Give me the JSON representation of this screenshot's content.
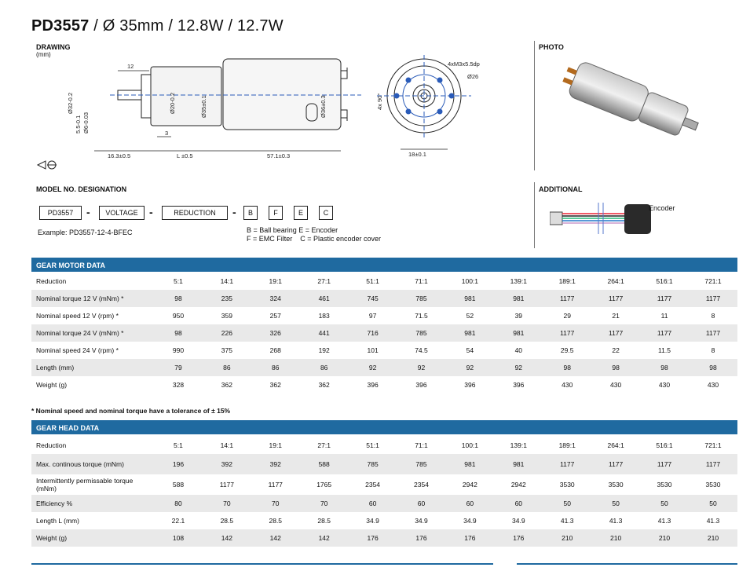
{
  "title": {
    "model": "PD3557",
    "rest": " /  Ø 35mm  /  12.8W  /  12.7W"
  },
  "drawing": {
    "label": "DRAWING",
    "unit": "(mm)",
    "dims": {
      "d12": "12",
      "d3": "3",
      "d16": "16.3±0.5",
      "dL": "L ±0.5",
      "d57": "57.1±0.3",
      "d18": "18±0.1",
      "dia32": "Ø32-0.2",
      "dia6": "Ø6-0.03",
      "d55": "5.5-0.1",
      "dia20": "Ø20-0.2",
      "dia35": "Ø35±0.1",
      "dia36": "Ø36±0.3",
      "holes": "4xM3x5.5dp",
      "dia26": "Ø26",
      "x90": "4x 90°"
    }
  },
  "photo": {
    "label": "PHOTO"
  },
  "additional": {
    "label": "ADDITIONAL",
    "encoder": "Encoder"
  },
  "model_designation": {
    "label": "MODEL NO. DESIGNATION",
    "boxes": [
      "PD3557",
      "VOLTAGE",
      "REDUCTION",
      "B",
      "F",
      "E",
      "C"
    ],
    "dash": "-",
    "example": "Example: PD3557-12-4-BFEC",
    "legend1": "B = Ball bearing  E = Encoder",
    "legend2": "F = EMC Filter    C = Plastic encoder cover"
  },
  "gear_motor": {
    "label": "GEAR MOTOR DATA",
    "rows": [
      {
        "name": "Reduction",
        "values": [
          "5:1",
          "14:1",
          "19:1",
          "27:1",
          "51:1",
          "71:1",
          "100:1",
          "139:1",
          "189:1",
          "264:1",
          "516:1",
          "721:1"
        ]
      },
      {
        "name": "Nominal torque  12 V (mNm) *",
        "values": [
          "98",
          "235",
          "324",
          "461",
          "745",
          "785",
          "981",
          "981",
          "1177",
          "1177",
          "1177",
          "1177"
        ]
      },
      {
        "name": "Nominal speed  12 V (rpm) *",
        "values": [
          "950",
          "359",
          "257",
          "183",
          "97",
          "71.5",
          "52",
          "39",
          "29",
          "21",
          "11",
          "8"
        ]
      },
      {
        "name": "Nominal torque 24 V (mNm) *",
        "values": [
          "98",
          "226",
          "326",
          "441",
          "716",
          "785",
          "981",
          "981",
          "1177",
          "1177",
          "1177",
          "1177"
        ]
      },
      {
        "name": "Nominal speed 24 V (rpm) *",
        "values": [
          "990",
          "375",
          "268",
          "192",
          "101",
          "74.5",
          "54",
          "40",
          "29.5",
          "22",
          "11.5",
          "8"
        ]
      },
      {
        "name": "Length (mm)",
        "values": [
          "79",
          "86",
          "86",
          "86",
          "92",
          "92",
          "92",
          "92",
          "98",
          "98",
          "98",
          "98"
        ]
      },
      {
        "name": "Weight  (g)",
        "values": [
          "328",
          "362",
          "362",
          "362",
          "396",
          "396",
          "396",
          "396",
          "430",
          "430",
          "430",
          "430"
        ]
      }
    ],
    "note": "* Nominal speed and nominal torque have a tolerance of ± 15%"
  },
  "gear_head": {
    "label": "GEAR HEAD DATA",
    "rows": [
      {
        "name": "Reduction",
        "values": [
          "5:1",
          "14:1",
          "19:1",
          "27:1",
          "51:1",
          "71:1",
          "100:1",
          "139:1",
          "189:1",
          "264:1",
          "516:1",
          "721:1"
        ]
      },
      {
        "name": "Max. continous torque (mNm)",
        "values": [
          "196",
          "392",
          "392",
          "588",
          "785",
          "785",
          "981",
          "981",
          "1177",
          "1177",
          "1177",
          "1177"
        ]
      },
      {
        "name": "Intermittently permissable torque (mNm)",
        "values": [
          "588",
          "1177",
          "1177",
          "1765",
          "2354",
          "2354",
          "2942",
          "2942",
          "3530",
          "3530",
          "3530",
          "3530"
        ]
      },
      {
        "name": "Efficiency %",
        "values": [
          "80",
          "70",
          "70",
          "70",
          "60",
          "60",
          "60",
          "60",
          "50",
          "50",
          "50",
          "50"
        ]
      },
      {
        "name": "Length L (mm)",
        "values": [
          "22.1",
          "28.5",
          "28.5",
          "28.5",
          "34.9",
          "34.9",
          "34.9",
          "34.9",
          "41.3",
          "41.3",
          "41.3",
          "41.3"
        ]
      },
      {
        "name": "Weight (g)",
        "values": [
          "108",
          "142",
          "142",
          "142",
          "176",
          "176",
          "176",
          "176",
          "210",
          "210",
          "210",
          "210"
        ]
      }
    ]
  },
  "colors": {
    "accent": "#1f6aa0",
    "row_alt": "#e9e9e9"
  }
}
